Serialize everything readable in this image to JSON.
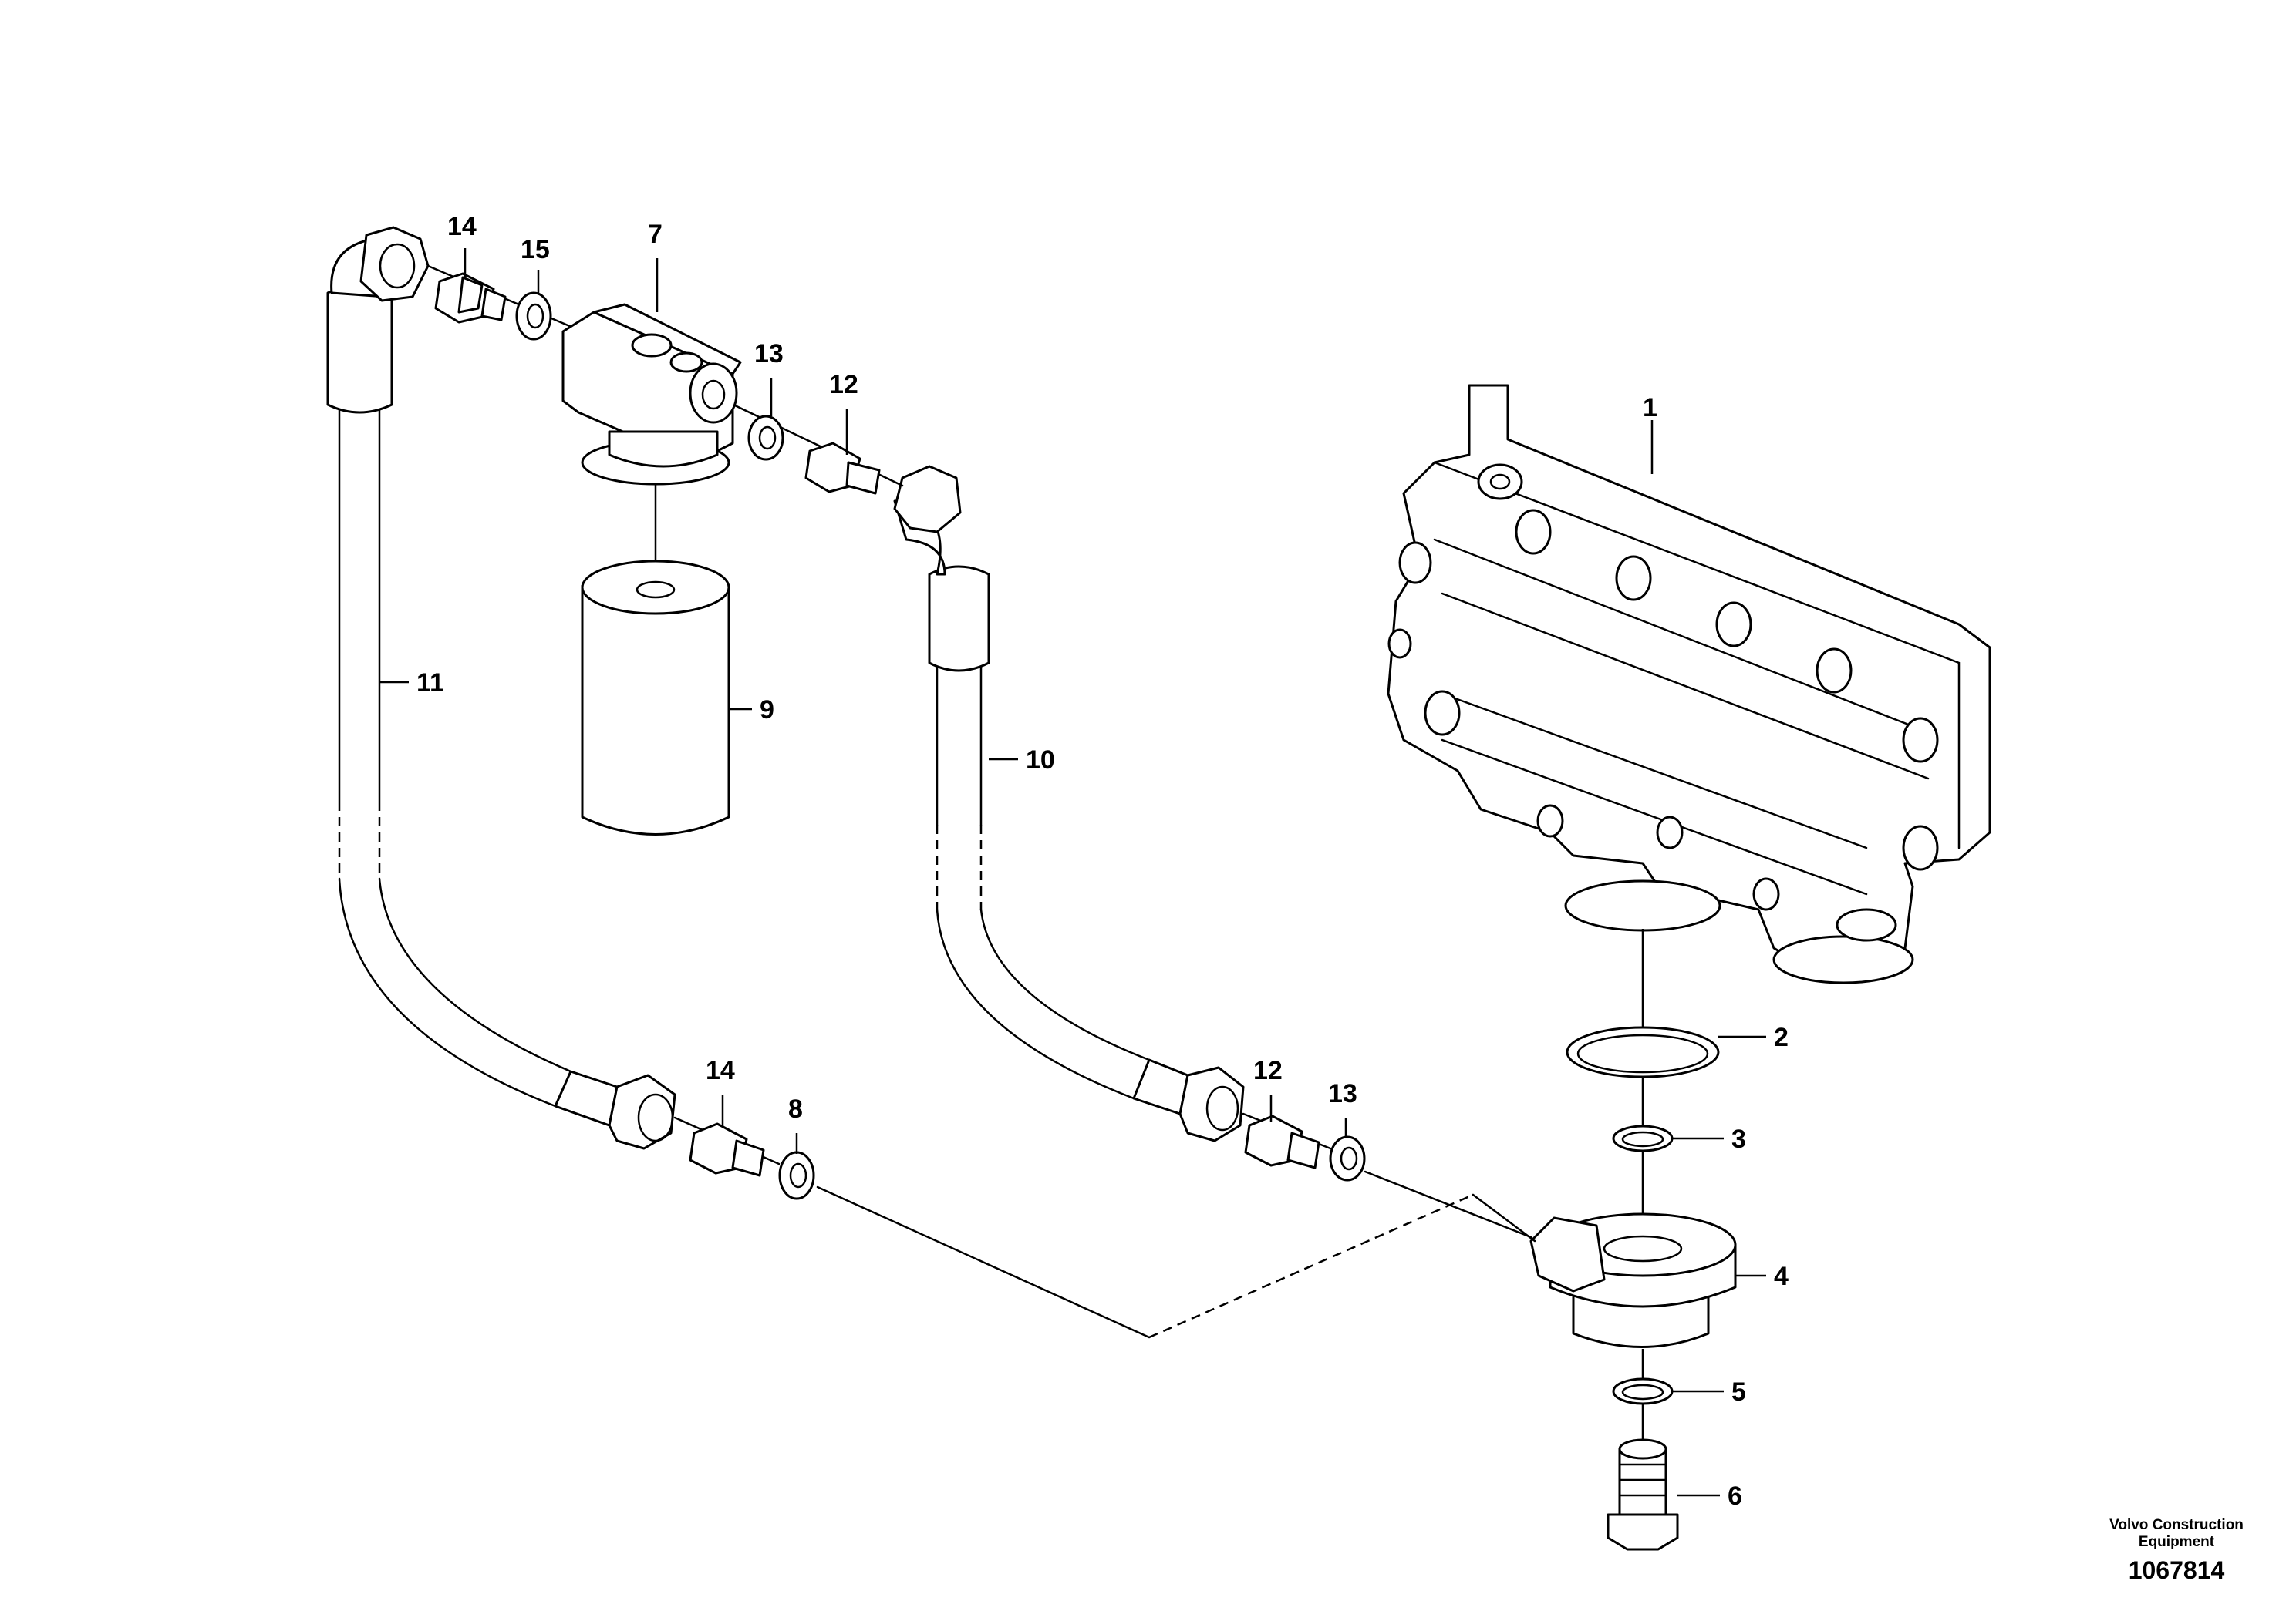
{
  "callouts": {
    "c1": "1",
    "c2": "2",
    "c3": "3",
    "c4": "4",
    "c5": "5",
    "c6": "6",
    "c7": "7",
    "c8": "8",
    "c9": "9",
    "c10": "10",
    "c11": "11",
    "c12a": "12",
    "c12b": "12",
    "c13a": "13",
    "c13b": "13",
    "c14a": "14",
    "c14b": "14",
    "c15": "15"
  },
  "footer": {
    "brand_line1": "Volvo Construction",
    "brand_line2": "Equipment",
    "doc_number": "1067814"
  }
}
